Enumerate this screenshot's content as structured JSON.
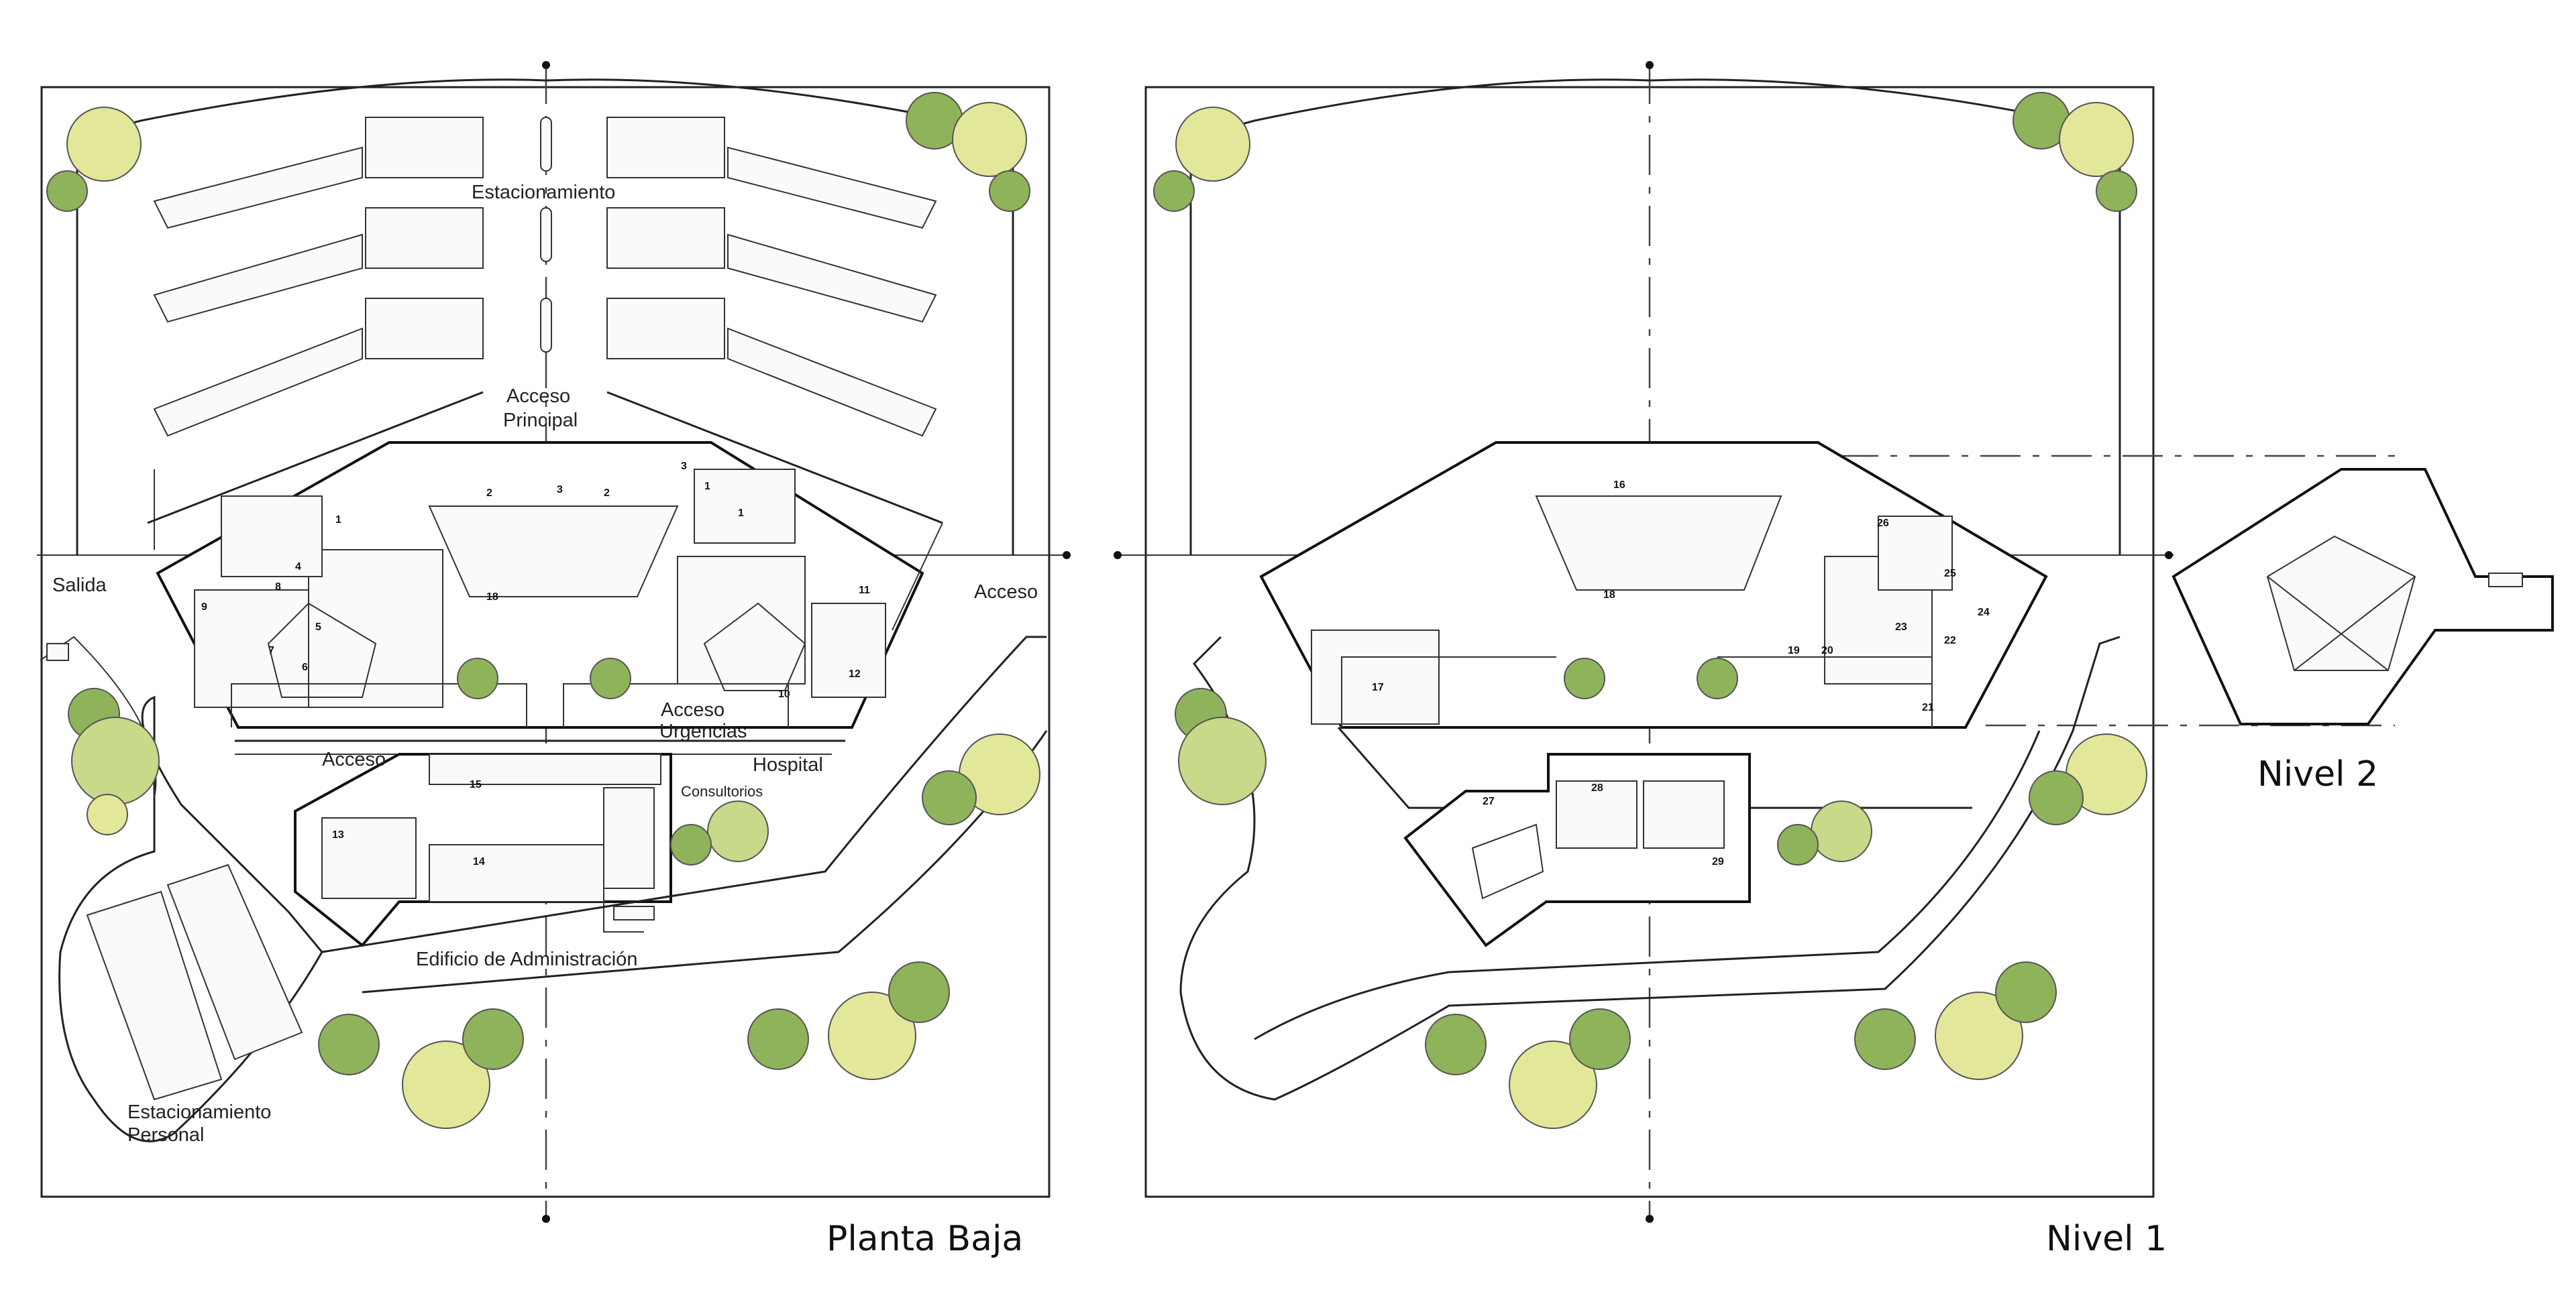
{
  "titles": {
    "planta_baja": "Planta  Baja",
    "nivel_1": "Nivel 1",
    "nivel_2": "Nivel 2"
  },
  "labels": {
    "estacionamiento": "Estacionamiento",
    "acceso_principal_1": "Acceso",
    "acceso_principal_2": "Principal",
    "salida": "Salida",
    "acceso_right": "Acceso",
    "acceso_urgencias_1": "Acceso",
    "acceso_urgencias_2": "Urgencias",
    "acceso_left": "Acceso",
    "hospital": "Hospital",
    "consultorios": "Consultorios",
    "edificio_admin": "Edificio de Administración",
    "estac_personal_1": "Estacionamiento",
    "estac_personal_2": "Personal"
  },
  "room_numbers": {
    "pb": [
      "1",
      "2",
      "3",
      "4",
      "5",
      "6",
      "7",
      "8",
      "9",
      "10",
      "11",
      "12",
      "13",
      "14",
      "15",
      "18"
    ],
    "n1": [
      "16",
      "17",
      "18",
      "19",
      "20",
      "21",
      "22",
      "23",
      "24",
      "25",
      "26",
      "27",
      "28",
      "29"
    ]
  },
  "colors": {
    "tree_light": "#e3e79a",
    "tree_mid": "#c8d98a",
    "tree_dark": "#8fb35a",
    "line": "#222222"
  }
}
